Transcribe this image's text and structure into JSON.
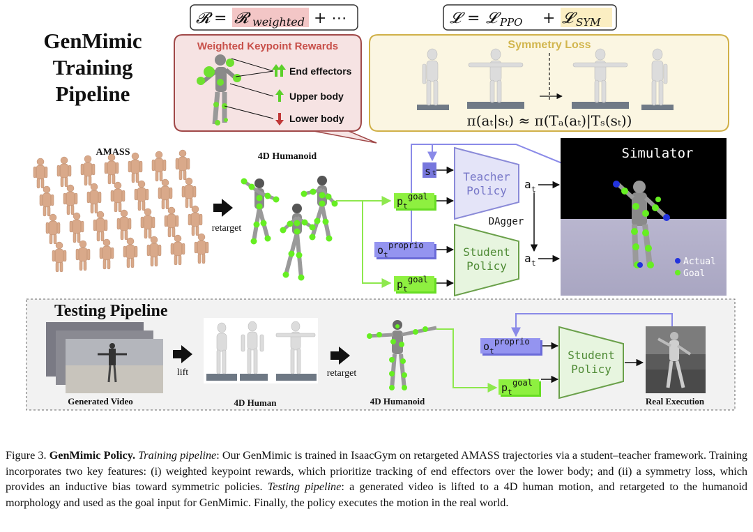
{
  "figure": {
    "main_title": [
      "GenMimic",
      "Training",
      "Pipeline"
    ],
    "reward_eq": {
      "lhs": "𝓡",
      "eq": "=",
      "term": "𝓡",
      "term_sub": "weighted",
      "rest": "+ ⋯"
    },
    "loss_eq": {
      "lhs": "𝓛",
      "eq": "=",
      "t1": "𝓛",
      "t1_sub": "PPO",
      "plus": "+",
      "t2": "𝓛",
      "t2_sub": "SYM"
    },
    "reward_box": {
      "title": "Weighted Keypoint Rewards",
      "items": [
        {
          "label": "End effectors",
          "arrow": "up-double"
        },
        {
          "label": "Upper body",
          "arrow": "up"
        },
        {
          "label": "Lower body",
          "arrow": "down"
        }
      ]
    },
    "symmetry_box": {
      "title": "Symmetry Loss",
      "formula": "π(aₜ|sₜ) ≈ π(Tₐ(aₜ)|Tₛ(sₜ))"
    },
    "training": {
      "amass": "AMASS",
      "retarget": "retarget",
      "humanoid": "4D Humanoid",
      "s_t": "sₜ",
      "p_goal": {
        "base": "p",
        "sub": "t",
        "sup": "goal"
      },
      "o_proprio": {
        "base": "o",
        "sub": "t",
        "sup": "proprio"
      },
      "teacher": [
        "Teacher",
        "Policy"
      ],
      "student": [
        "Student",
        "Policy"
      ],
      "a_t": {
        "base": "a",
        "sub": "t"
      },
      "dagger": "DAgger",
      "simulator": "Simulator",
      "legend": [
        {
          "label": "Actual",
          "color": "#2233dd"
        },
        {
          "label": "Goal",
          "color": "#66ee22"
        }
      ]
    },
    "testing": {
      "title": "Testing Pipeline",
      "generated_video": "Generated Video",
      "lift": "lift",
      "human": "4D Human",
      "retarget": "retarget",
      "humanoid": "4D Humanoid",
      "student": [
        "Student",
        "Policy"
      ],
      "real": "Real Execution"
    },
    "colors": {
      "reward_border": "#a04848",
      "reward_fill": "#f6e3e3",
      "reward_title": "#c8504a",
      "sym_border": "#d0b048",
      "sym_fill": "#fbf6e2",
      "sym_title": "#d2b64e",
      "teacher_fill": "#e4e4f8",
      "teacher_stroke": "#8a8ad8",
      "student_fill": "#e7f5df",
      "student_stroke": "#6aa04a",
      "green_line": "#8ee84e",
      "blue_line": "#8a8ae8"
    }
  },
  "caption": {
    "fig_label": "Figure 3.",
    "bold": "GenMimic Policy.",
    "t1_italic": "Training pipeline",
    "t1": ": Our GenMimic is trained in IsaacGym on retargeted AMASS trajectories via a student–teacher framework. Training incorporates two key features: (i) weighted keypoint rewards, which prioritize tracking of end effectors over the lower body; and (ii) a symmetry loss, which provides an inductive bias toward symmetric policies.",
    "t2_italic": "Testing pipeline",
    "t2": ": a generated video is lifted to a 4D human motion, and retargeted to the humanoid morphology and used as the goal input for GenMimic. Finally, the policy executes the motion in the real world."
  }
}
